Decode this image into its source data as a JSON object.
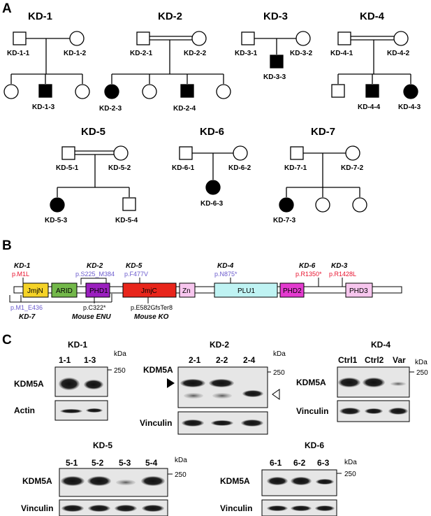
{
  "panel_labels": {
    "a": "A",
    "b": "B",
    "c": "C"
  },
  "pedigrees": {
    "kd1": {
      "title": "KD-1",
      "p1": "KD-1-1",
      "p2": "KD-1-2",
      "c": "KD-1-3"
    },
    "kd2": {
      "title": "KD-2",
      "p1": "KD-2-1",
      "p2": "KD-2-2",
      "c1": "KD-2-3",
      "c2": "KD-2-4"
    },
    "kd3": {
      "title": "KD-3",
      "p1": "KD-3-1",
      "p2": "KD-3-2",
      "c": "KD-3-3"
    },
    "kd4": {
      "title": "KD-4",
      "p1": "KD-4-1",
      "p2": "KD-4-2",
      "c1": "KD-4-4",
      "c2": "KD-4-3"
    },
    "kd5": {
      "title": "KD-5",
      "p1": "KD-5-1",
      "p2": "KD-5-2",
      "c1": "KD-5-3",
      "c2": "KD-5-4"
    },
    "kd6": {
      "title": "KD-6",
      "p1": "KD-6-1",
      "p2": "KD-6-2",
      "c": "KD-6-3"
    },
    "kd7": {
      "title": "KD-7",
      "p1": "KD-7-1",
      "p2": "KD-7-2",
      "c": "KD-7-3"
    }
  },
  "protein": {
    "domains": [
      "JmjN",
      "ARID",
      "PHD1",
      "JmjC",
      "Zn",
      "PLU1",
      "PHD2",
      "PHD3"
    ],
    "variants": [
      {
        "family": "KD-1",
        "change": "p.M1L"
      },
      {
        "family": "KD-2",
        "change": "p.S225_M384"
      },
      {
        "family": "KD-5",
        "change": "p.F477V"
      },
      {
        "family": "KD-4",
        "change": "p.N875*"
      },
      {
        "family": "KD-6",
        "change": "p.R1350*"
      },
      {
        "family": "KD-3",
        "change": "p.R1428L"
      },
      {
        "family": "KD-7",
        "change": "p.M1_E436"
      }
    ],
    "mouse": [
      {
        "change": "p.C322*",
        "model": "Mouse ENU"
      },
      {
        "change": "p.E582GfsTer8",
        "model": "Mouse KO"
      }
    ],
    "colors": {
      "pathogenic": "#e8112d",
      "deletion": "#6a5acd"
    }
  },
  "westerns": {
    "kda": "kDa",
    "marker": "250",
    "kd1": {
      "title": "KD-1",
      "lanes": [
        "1-1",
        "1-3"
      ],
      "rows": [
        "KDM5A",
        "Actin"
      ]
    },
    "kd2": {
      "title": "KD-2",
      "lanes": [
        "2-1",
        "2-2",
        "2-4"
      ],
      "rows": [
        "KDM5A",
        "Vinculin"
      ]
    },
    "kd4": {
      "title": "KD-4",
      "lanes": [
        "Ctrl1",
        "Ctrl2",
        "Var"
      ],
      "rows": [
        "KDM5A",
        "Vinculin"
      ]
    },
    "kd5": {
      "title": "KD-5",
      "lanes": [
        "5-1",
        "5-2",
        "5-3",
        "5-4"
      ],
      "rows": [
        "KDM5A",
        "Vinculin"
      ]
    },
    "kd6": {
      "title": "KD-6",
      "lanes": [
        "6-1",
        "6-2",
        "6-3"
      ],
      "rows": [
        "KDM5A",
        "Vinculin"
      ]
    }
  }
}
